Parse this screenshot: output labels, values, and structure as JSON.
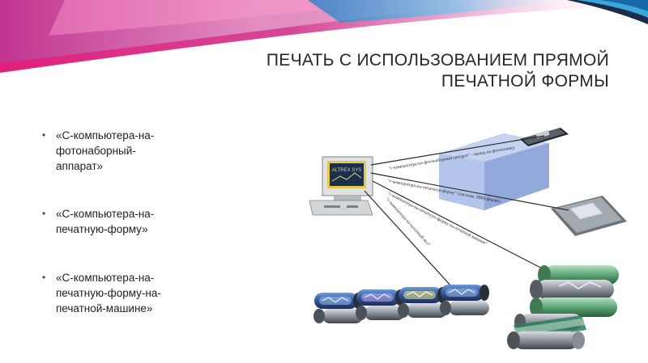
{
  "slide": {
    "title_line1": "ПЕЧАТЬ С ИСПОЛЬЗОВАНИЕМ ПРЯМОЙ",
    "title_line2": "ПЕЧАТНОЙ ФОРМЫ",
    "bullets": [
      {
        "line1": "«С-компьютера-на-",
        "line2": "фотонаборный-",
        "line3": "аппарат»"
      },
      {
        "line1": "«С-компьютера-на-",
        "line2": "печатную-форму»"
      },
      {
        "line1": "«С-компьютера-на-",
        "line2": "печатную-форму-на-",
        "line3": "печатной-машине»"
      }
    ]
  },
  "diagram": {
    "labels": {
      "imagesetter": "\"с-компьютера-на-фотонаборный-аппарат\" - вывод на фотопленку",
      "plate": "\"с-компьютера-на-печатную-форму\" (система ЭВМ-форма)",
      "press": "\"с-компьютера-на-печатную-форму-на-печатной машине\"",
      "sleeve": "\"с-компьютера-на-печатный-вал\"",
      "screen": "ALTREX SYS"
    },
    "colors": {
      "accent_magenta": "#e4147a",
      "accent_blue": "#2ea4dc",
      "box_blue": "#8ea8de"
    }
  }
}
